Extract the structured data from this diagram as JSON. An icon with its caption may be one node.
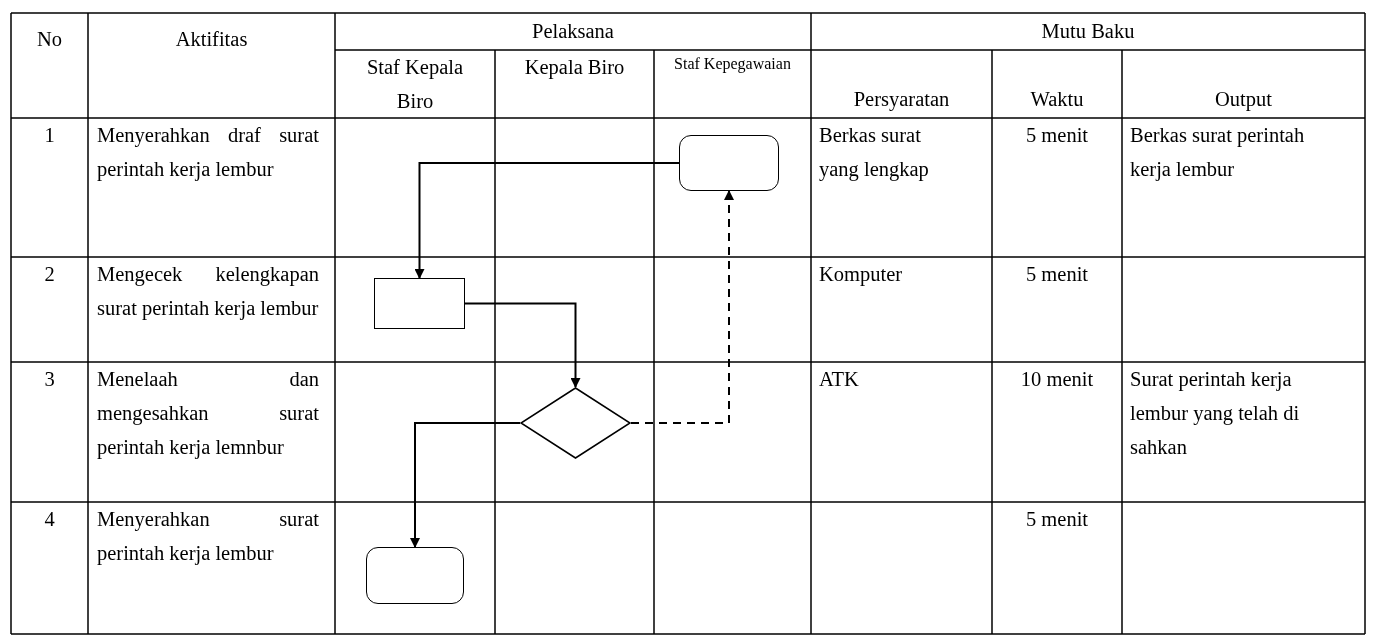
{
  "diagram": {
    "nodes": [
      {
        "text": [],
        "shape": "box"
      },
      {
        "text": [],
        "shape": "box"
      },
      {
        "text": [],
        "shape": "diamond"
      },
      {
        "text": [],
        "shape": "box"
      }
    ],
    "edges": [
      {
        "from": 0,
        "to": 1,
        "arrow": "to"
      },
      {
        "from": 1,
        "to": 2,
        "arrow": "to"
      },
      {
        "from": 2,
        "to": 0,
        "arrow": "to",
        "style": "dashed"
      },
      {
        "from": 2,
        "to": 3,
        "arrow": "to"
      }
    ],
    "labels": [
      "No",
      "Aktifitas",
      "Pelaksana",
      "Mutu Baku",
      "Staf Kepala Biro",
      "Kepala Biro",
      "Staf Kepegawaian",
      "Persyaratan",
      "Waktu",
      "Output",
      "1",
      "Menyerahkan draf surat perintah kerja lembur",
      "Berkas surat yang lengkap",
      "5 menit",
      "Berkas surat perintah kerja lembur",
      "2",
      "Mengecek kelengkapan surat perintah kerja lembur",
      "Komputer",
      "5 menit",
      "3",
      "Menelaah dan mengesahkan surat perintah kerja lemnbur",
      "ATK",
      "10 menit",
      "Surat perintah kerja lembur yang telah di sahkan",
      "4",
      "Menyerahkan surat perintah kerja lembur",
      "5 menit"
    ]
  }
}
